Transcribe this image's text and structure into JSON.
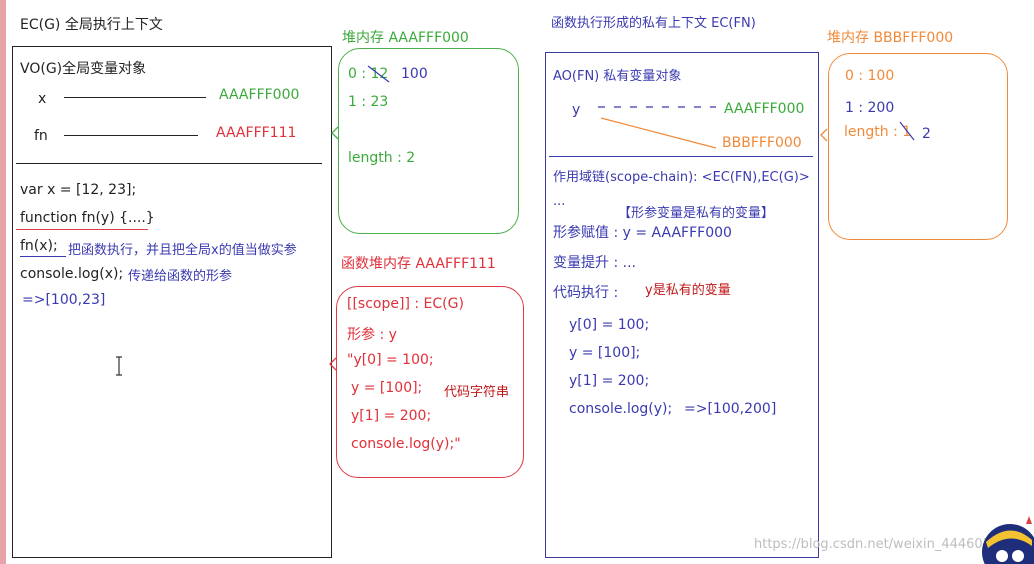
{
  "ec_global": {
    "title": "EC(G)  全局执行上下文",
    "vo_title": "VO(G)全局变量对象",
    "var_x": "x",
    "var_x_ref": "AAAFFF000",
    "var_fn": "fn",
    "var_fn_ref": "AAAFFF111",
    "code": [
      "var x = [12, 23];",
      "function fn(y) {....}",
      "fn(x);",
      "console.log(x);"
    ],
    "note_fn_call": "把函数执行，并且把全局x的值当做实参",
    "note_console": "传递给函数的形参",
    "output": "=>[100,23]"
  },
  "heap_a": {
    "title": "堆内存  AAAFFF000",
    "item0_old": "0 : 12",
    "item0_new": "100",
    "item1": "1 : 23",
    "length": "length : 2"
  },
  "heap_fn": {
    "title": "函数堆内存  AAAFFF111",
    "lines": [
      "[[scope]] : EC(G)",
      "形参 : y",
      "\"y[0] = 100;",
      "y = [100];",
      "y[1] = 200;",
      "console.log(y);\""
    ],
    "note": "代码字符串"
  },
  "ec_fn": {
    "title": "函数执行形成的私有上下文  EC(FN)",
    "ao_title": "AO(FN)  私有变量对象",
    "var_y": "y",
    "var_y_ref_old": "AAAFFF000",
    "var_y_ref_new": "BBBFFF000",
    "scope_chain": "作用域链(scope-chain): <EC(FN),EC(G)>",
    "ellipsis": "...",
    "note_param": "【形参变量是私有的变量】",
    "param_assign": "形参赋值 : y = AAAFFF000",
    "hoisting": "变量提升 : ...",
    "exec": "代码执行 :",
    "exec_note": "y是私有的变量",
    "code": [
      "y[0] = 100;",
      "y = [100];",
      "y[1] = 200;",
      "console.log(y);"
    ],
    "output": "=>[100,200]"
  },
  "heap_b": {
    "title": "堆内存 BBBFFF000",
    "item0": "0 : 100",
    "item1": "1 : 200",
    "length_old": "length : 1",
    "length_new": "2"
  },
  "watermark": "https://blog.csdn.net/weixin_44460335",
  "colors": {
    "green": "#3aaa3a",
    "red": "#e0303a",
    "blue": "#3a3ab0",
    "orange": "#f08a3a"
  }
}
